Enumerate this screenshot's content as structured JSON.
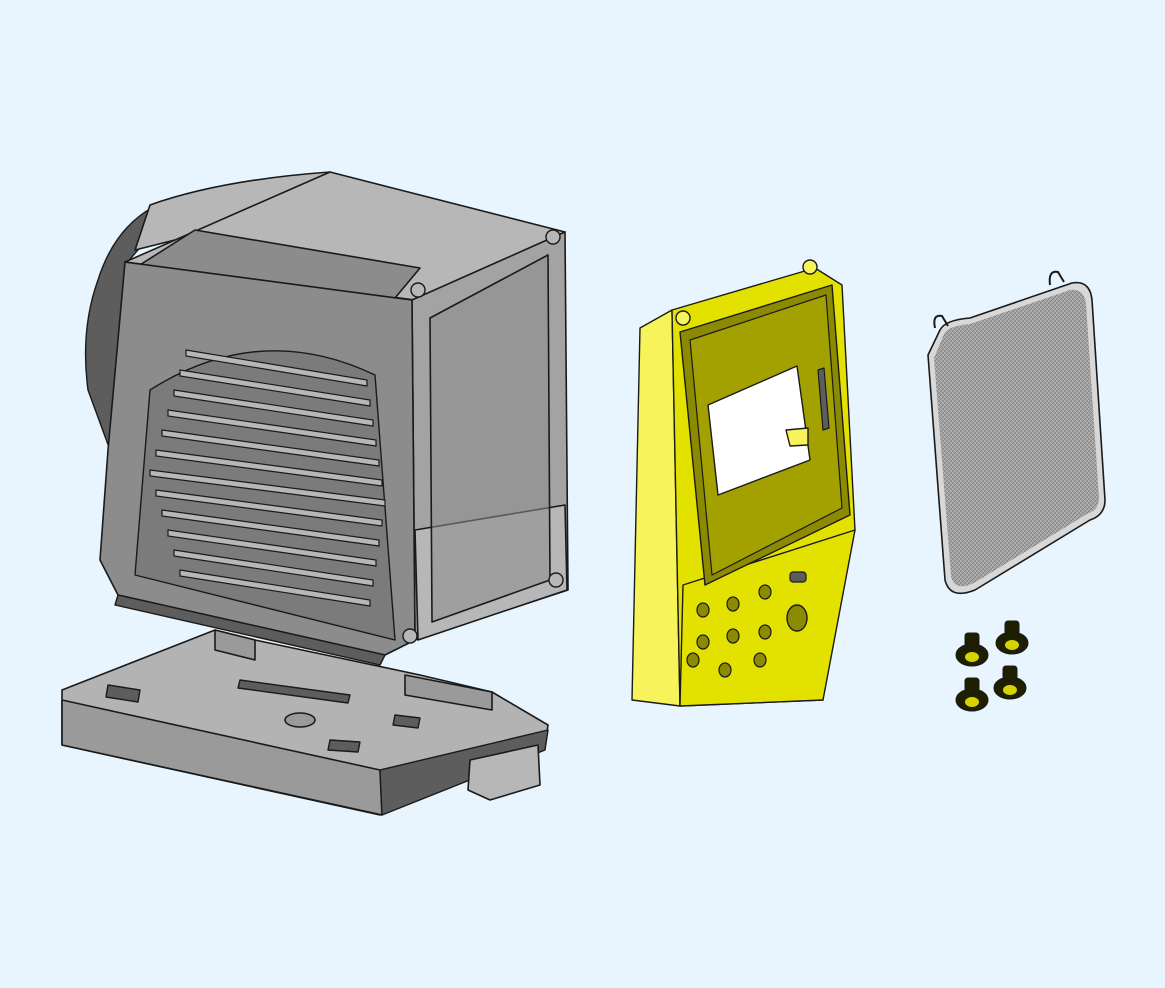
{
  "viewport": {
    "background": "#e8f5fe"
  },
  "colors": {
    "housing_fill": "#8c8c8c",
    "housing_light": "#b7b7b7",
    "housing_dark": "#5d5d5d",
    "interior_fill": "#a3a3a3",
    "tray_fill": "#9a9a9a",
    "tray_top": "#b3b3b3",
    "bezel_fill": "#e3e100",
    "bezel_side": "#f6f45a",
    "bezel_inner": "#8c8a00",
    "bezel_recess": "#a3a100",
    "window_fill": "#ffffff",
    "mesh_fill": "#a2a2a2",
    "edge": "#1a1a1a",
    "fastener_fill": "#1e1e00",
    "fastener_accent": "#d7d200"
  },
  "parts": [
    {
      "id": "fan-housing",
      "icon": "fan-housing-icon"
    },
    {
      "id": "base-tray",
      "icon": "base-tray-icon"
    },
    {
      "id": "front-bezel",
      "icon": "front-bezel-icon"
    },
    {
      "id": "mesh-filter",
      "icon": "mesh-filter-icon"
    },
    {
      "id": "fastener-set",
      "icon": "fastener-icon",
      "count": 4
    }
  ]
}
